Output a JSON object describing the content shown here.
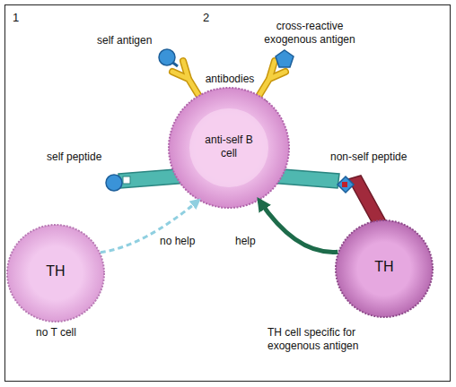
{
  "diagram": {
    "nodes": [
      {
        "text": [
          "anti-self B cell"
        ]
      },
      {
        "text": [
          "TH",
          "no T cell"
        ]
      },
      {
        "text": [
          "TH",
          "TH cell specific for exogenous antigen"
        ]
      }
    ],
    "edges": [
      {
        "from": 1,
        "to": 0,
        "arrow": "to",
        "label": "no help"
      },
      {
        "from": 2,
        "to": 0,
        "arrow": "to",
        "label": "help"
      }
    ],
    "labels": [
      "1",
      "2",
      "self antigen",
      "cross-reactive exogenous antigen",
      "antibodies",
      "self peptide",
      "non-self peptide"
    ]
  }
}
